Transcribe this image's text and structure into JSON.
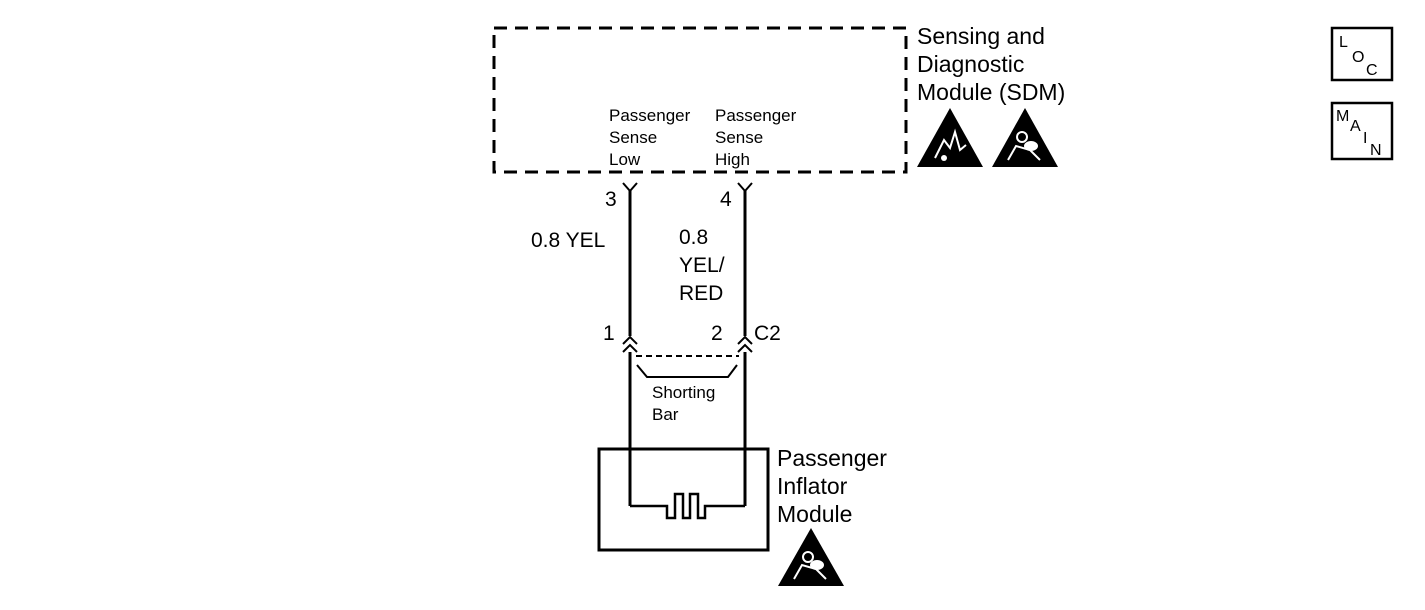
{
  "sdm": {
    "label_lines": [
      "Sensing and",
      "Diagnostic",
      "Module (SDM)"
    ],
    "pin_low_lines": [
      "Passenger",
      "Sense",
      "Low"
    ],
    "pin_high_lines": [
      "Passenger",
      "Sense",
      "High"
    ],
    "pin_low_number": "3",
    "pin_high_number": "4"
  },
  "wires": {
    "low_color": "0.8 YEL",
    "high_color_lines": [
      "0.8",
      "YEL/",
      "RED"
    ]
  },
  "connector": {
    "pin_low_number": "1",
    "pin_high_number": "2",
    "name": "C2",
    "shorting_bar_lines": [
      "Shorting",
      "Bar"
    ]
  },
  "inflator": {
    "label_lines": [
      "Passenger",
      "Inflator",
      "Module"
    ]
  },
  "legend": {
    "loc": [
      "L",
      "O",
      "C"
    ],
    "main": [
      "M",
      "A",
      "I",
      "N"
    ]
  },
  "icons": {
    "esd": "esd-warning-icon",
    "airbag": "airbag-warning-icon"
  }
}
